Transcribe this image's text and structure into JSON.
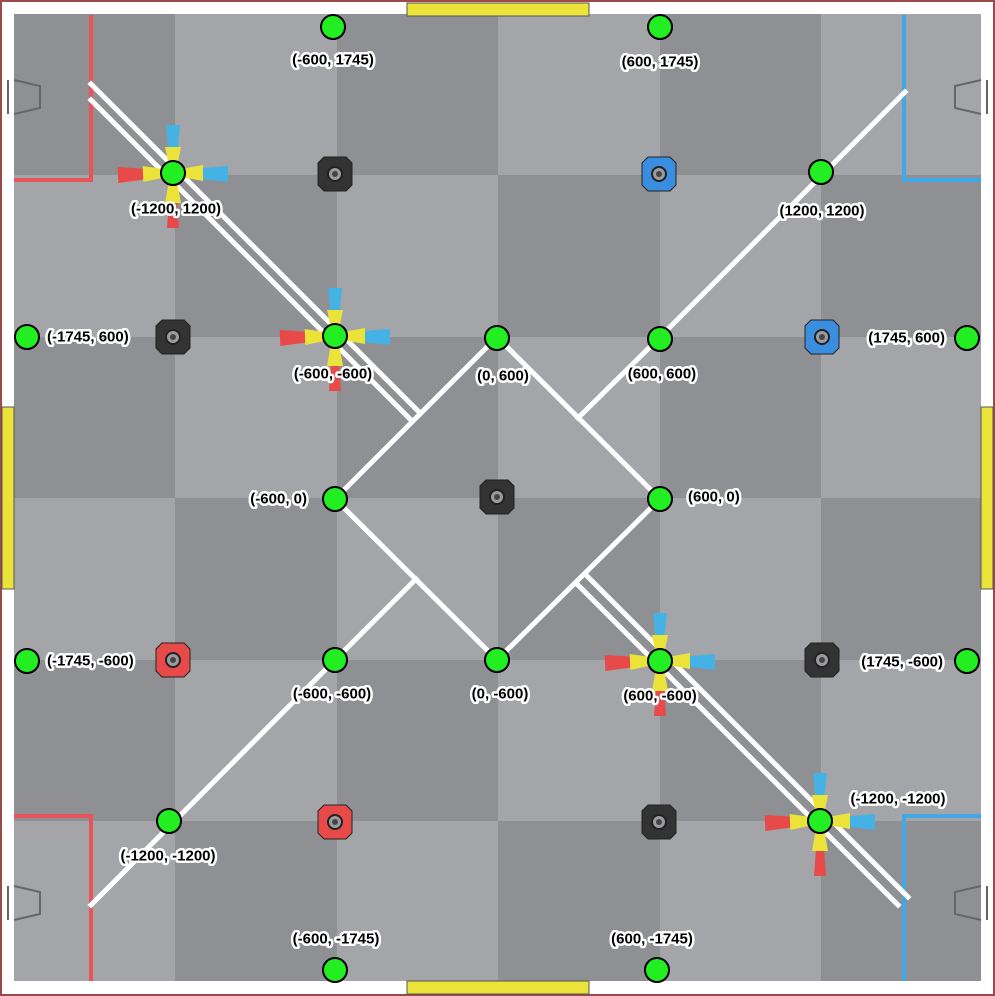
{
  "field": {
    "colors": {
      "tile_dark": "#8e9093",
      "tile_light": "#a3a5a8",
      "line": "#ffffff",
      "red_alliance": "#e8545a",
      "blue_alliance": "#3fa9e8",
      "goal_yellow": "#ebe33a",
      "point": "#22ee22",
      "post_dark": "#333333",
      "post_red": "#e84a4a",
      "post_blue": "#3a8ee0",
      "border": "#9a4a4a"
    }
  },
  "points": [
    {
      "label": "(-600, 1745)"
    },
    {
      "label": "(600, 1745)"
    },
    {
      "label": "(-1200, 1200)"
    },
    {
      "label": "(1200, 1200)"
    },
    {
      "label": "(-1745, 600)"
    },
    {
      "label": "(-600, -600)"
    },
    {
      "label": "(0, 600)"
    },
    {
      "label": "(600, 600)"
    },
    {
      "label": "(1745, 600)"
    },
    {
      "label": "(-600, 0)"
    },
    {
      "label": "(600, 0)"
    },
    {
      "label": "(-1745, -600)"
    },
    {
      "label": "(-600, -600)"
    },
    {
      "label": "(0, -600)"
    },
    {
      "label": "(600, -600)"
    },
    {
      "label": "(1745, -600)"
    },
    {
      "label": "(-1200, -1200)"
    },
    {
      "label": "(-1200, -1200)"
    },
    {
      "label": "(-600, -1745)"
    },
    {
      "label": "(600, -1745)"
    }
  ]
}
